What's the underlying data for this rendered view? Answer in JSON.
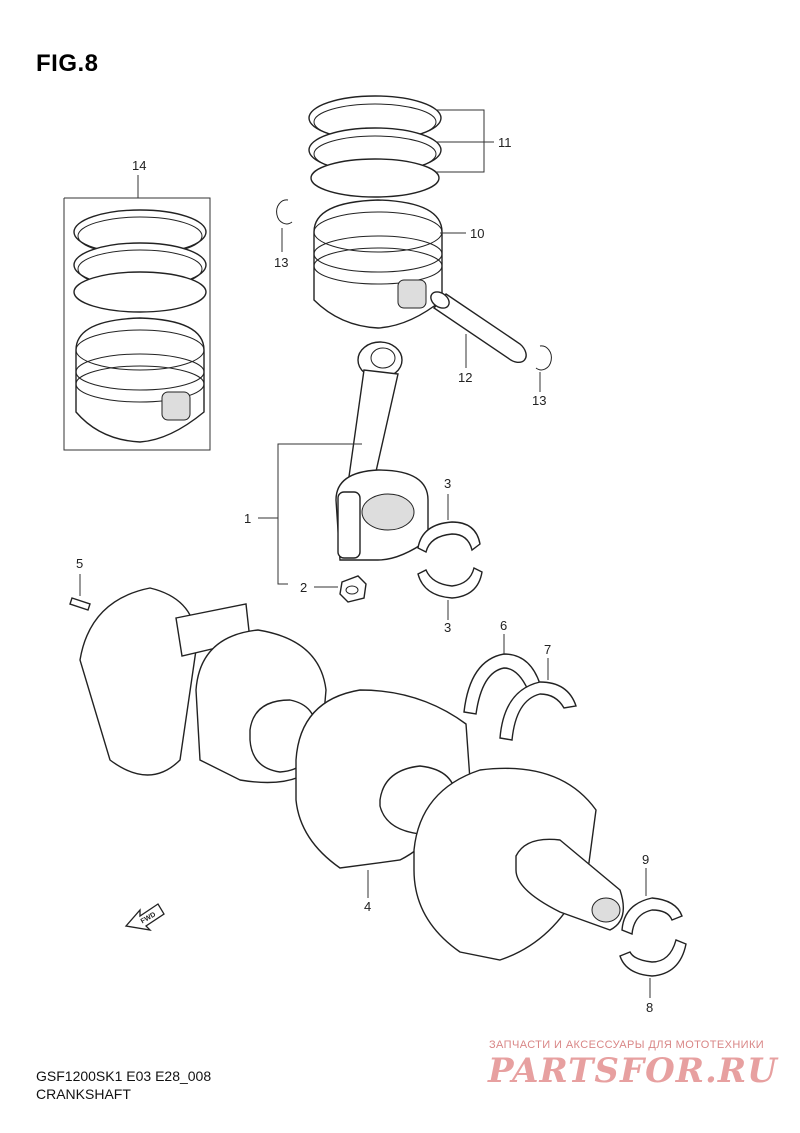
{
  "figure": {
    "title": "FIG.8",
    "model_code": "GSF1200SK1 E03 E28_008",
    "name": "CRANKSHAFT"
  },
  "callouts": {
    "c1": "1",
    "c2": "2",
    "c3a": "3",
    "c3b": "3",
    "c4": "4",
    "c5": "5",
    "c6": "6",
    "c7": "7",
    "c8": "8",
    "c9": "9",
    "c10": "10",
    "c11": "11",
    "c12": "12",
    "c13a": "13",
    "c13b": "13",
    "c14": "14"
  },
  "fwd_label": "FWD",
  "watermark": {
    "tagline": "ЗАПЧАСТИ И АКСЕССУАРЫ ДЛЯ МОТОТЕХНИКИ",
    "logo": "PARTSFOR.RU"
  }
}
